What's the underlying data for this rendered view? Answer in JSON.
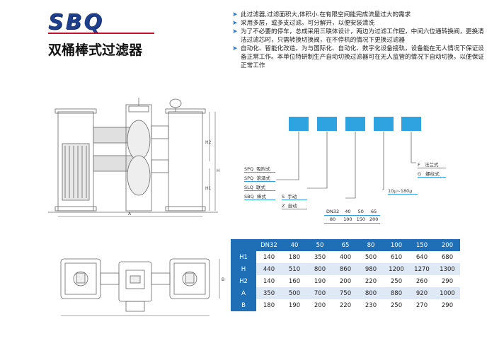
{
  "brand": "SBQ",
  "title": "双桶棒式过滤器",
  "features": [
    "此过滤器,过滤面积大,体积小.在有限空间能完成流量过大的需求",
    "采用多层，或多支过滤。可分解开，以便安装清洗",
    "为了不必要的停车，总成采用三联体设计，两边为过滤工作腔，中间六位通转换阀，更换清洁过滤芯时，只需转换切换阀，在不停机的情况下更换过滤器",
    "自动化、智能化改造。为与国际化、自动化、数字化设备接轨，设备能在无人情况下保证设备正常工作。本单位特研制生产自动切换过滤器可在无人监管的情况下自动切换，以便保证正常工作"
  ],
  "model_code": {
    "type_options": [
      {
        "code": "SPQ",
        "desc": "吸附式"
      },
      {
        "code": "SPQ",
        "desc": "滚涌式"
      },
      {
        "code": "SLQ",
        "desc": "联式"
      },
      {
        "code": "SBQ",
        "desc": "棒式"
      }
    ],
    "switch_options": [
      {
        "code": "S",
        "desc": "手动"
      },
      {
        "code": "Z",
        "desc": "自动"
      }
    ],
    "dn_options": [
      [
        "DN32",
        "40",
        "50",
        "65"
      ],
      [
        "80",
        "100",
        "150",
        "200"
      ]
    ],
    "precision": "10μ~180μ",
    "connection_options": [
      {
        "code": "F",
        "desc": "法兰式"
      },
      {
        "code": "G",
        "desc": "螺纹式"
      }
    ]
  },
  "drawing_labels": {
    "h1": "H1",
    "h2": "H2",
    "h": "H",
    "a": "A",
    "b": "B"
  },
  "dimension_table": {
    "header": [
      "DN32",
      "40",
      "50",
      "65",
      "80",
      "100",
      "150",
      "200"
    ],
    "rows": [
      {
        "label": "H1",
        "values": [
          "140",
          "180",
          "350",
          "400",
          "500",
          "610",
          "640",
          "680"
        ]
      },
      {
        "label": "H",
        "values": [
          "440",
          "510",
          "800",
          "860",
          "980",
          "1200",
          "1270",
          "1300"
        ]
      },
      {
        "label": "H2",
        "values": [
          "140",
          "160",
          "190",
          "200",
          "220",
          "250",
          "260",
          "290"
        ]
      },
      {
        "label": "A",
        "values": [
          "350",
          "500",
          "700",
          "750",
          "800",
          "880",
          "920",
          "1000"
        ]
      },
      {
        "label": "B",
        "values": [
          "180",
          "190",
          "200",
          "220",
          "230",
          "250",
          "270",
          "290"
        ]
      }
    ]
  },
  "colors": {
    "brand_blue": "#1e3f8c",
    "accent_red": "#c8102e",
    "code_blue": "#2ea3e0",
    "table_blue": "#1f6fb6",
    "row_stripe": "#dfe9f5"
  }
}
